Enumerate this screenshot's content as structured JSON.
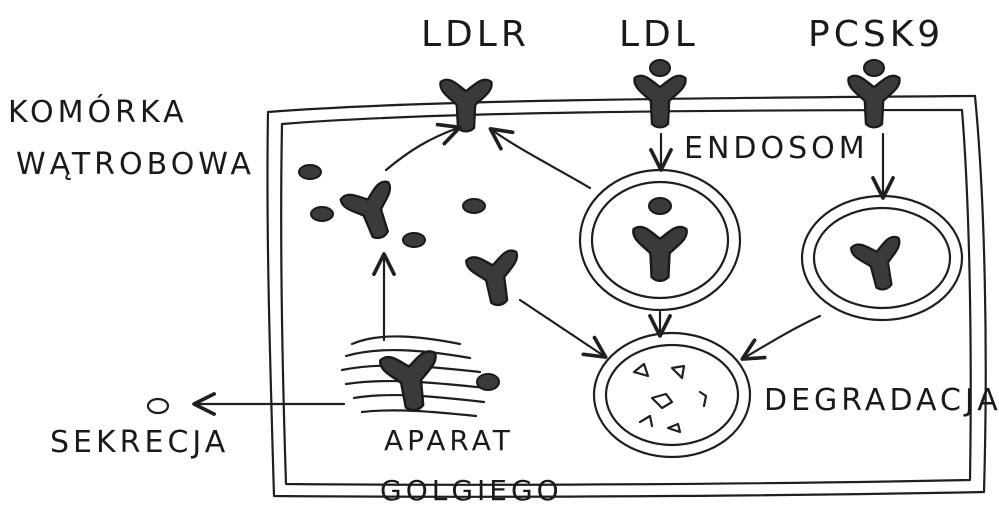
{
  "labels": {
    "ldlr": "LDLR",
    "ldl": "LDL",
    "pcsk9": "PCSK9",
    "cell_line1": "KOMÓRKA",
    "cell_line2": "WĄTROBOWA",
    "endosom": "ENDOSOM",
    "degradacja": "DEGRADACJA",
    "sekrecja": "SEKRECJA",
    "golgi_line1": "APARAT",
    "golgi_line2": "GOLGIEGO"
  },
  "colors": {
    "ink": "#1f1f1f",
    "receptor_fill": "#3a3a3a",
    "paper": "#ffffff"
  }
}
